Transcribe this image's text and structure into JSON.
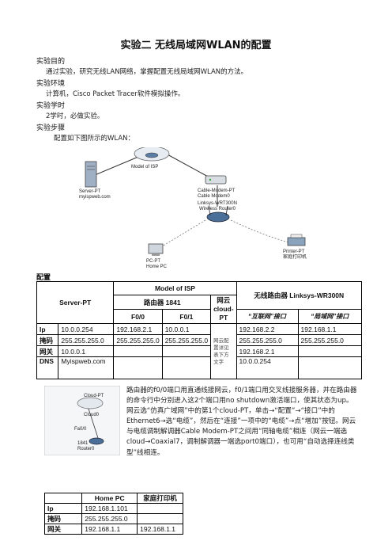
{
  "title": "实验二  无线局域网WLAN的配置",
  "sections": [
    {
      "heading": "实验目的",
      "text": "通过实验，研究无线LAN网络，掌握配置无线局域网WLAN的方法。"
    },
    {
      "heading": "实验环境",
      "text": "计算机，Cisco Packet Tracer软件模拟操作。"
    },
    {
      "heading": "实验学时",
      "text": "2学时，必做实验。"
    },
    {
      "heading": "实验步骤",
      "text": "配置如下图所示的WLAN："
    }
  ],
  "diagram": {
    "isp_label": "Model of ISP",
    "server_label_1": "Server-PT",
    "server_label_2": "myispweb.com",
    "modem_label_1": "Cable-Modem-PT",
    "modem_label_2": "Cable Modem0",
    "router_label_1": "Linksys-WRT300N",
    "router_label_2": "Wireless Router0",
    "pc_label_1": "PC-PT",
    "pc_label_2": "Home PC",
    "printer_label_1": "Printer-PT",
    "printer_label_2": "家庭打印机"
  },
  "config_heading": "配置",
  "table1": {
    "server_header": "Server-PT",
    "isp_header": "Model of ISP",
    "router1841": "路由器 1841",
    "cloud": "网云cloud-PT",
    "wireless_header": "无线路由器 Linksys-WR300N",
    "f00": "F0/0",
    "f01": "F0/1",
    "internet_port": "“互联网”接口",
    "lan_port": "“局域网”接口",
    "cloud_note": "网云配置详见表下方文字",
    "rows": [
      {
        "label": "Ip",
        "server": "10.0.0.254",
        "f00": "192.168.2.1",
        "f01": "10.0.0.1",
        "internet": "192.168.2.2",
        "lan": "192.168.1.1"
      },
      {
        "label": "掩码",
        "server": "255.255.255.0",
        "f00": "255.255.255.0",
        "f01": "255.255.255.0",
        "internet": "255.255.255.0",
        "lan": "255.255.255.0"
      },
      {
        "label": "网关",
        "server": "10.0.0.1",
        "f00": "",
        "f01": "",
        "internet": "192.168.2.1",
        "lan": ""
      },
      {
        "label": "DNS",
        "server": "Myispweb.com",
        "f00": "",
        "f01": "",
        "internet": "10.0.0.254",
        "lan": ""
      }
    ]
  },
  "thumb": {
    "cloud_label_1": "Cloud-PT",
    "cloud_label_2": "Cloud0",
    "router_label_1": "1841",
    "router_label_2": "Router0",
    "port_label": "Fa0/0"
  },
  "paragraphs": [
    "路由器的f0/0端口用直通线接网云，f0/1端口用交叉线接服务器，并在路由器的命令行中分别进入这2个端口用no shutdown激活端口，使其状态为up。",
    "网云选“仿真广域网”中的第1个cloud-PT，单击→“配置”→“接口”中的Ethernet6→选“电缆”，然后在“连接”一项中的“电缆”→点“增加”按钮。网云与电缆调制解调器Cable Modem-PT之间用“同轴电缆”相连（网云一端选cloud→Coaxial7，调制解调器一端选port0端口），也可用“自动选择连线类型”线相连。"
  ],
  "table2": {
    "home_pc": "Home PC",
    "printer": "家庭打印机",
    "rows": [
      {
        "label": "Ip",
        "pc": "192.168.1.101",
        "printer": ""
      },
      {
        "label": "掩码",
        "pc": "255.255.255.0",
        "printer": ""
      },
      {
        "label": "网关",
        "pc": "192.168.1.1",
        "printer": "192.168.1.1"
      }
    ]
  }
}
